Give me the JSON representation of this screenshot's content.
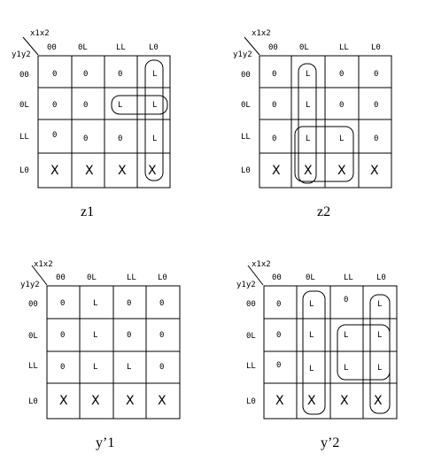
{
  "maps": [
    {
      "title": "z1",
      "corner_top": "x1x2",
      "corner_left": "y1y2",
      "col_labels": [
        "00",
        "0L",
        "LL",
        "L0"
      ],
      "row_labels": [
        "00",
        "0L",
        "LL",
        "L0"
      ],
      "cells": [
        [
          "0",
          "0",
          "0",
          "L"
        ],
        [
          "0",
          "0",
          "L",
          "L"
        ],
        [
          "0",
          "0",
          "0",
          "L"
        ],
        [
          "X",
          "X",
          "X",
          "X"
        ]
      ]
    },
    {
      "title": "z2",
      "corner_top": "x1x2",
      "corner_left": "y1y2",
      "col_labels": [
        "00",
        "0L",
        "LL",
        "L0"
      ],
      "row_labels": [
        "00",
        "0L",
        "LL",
        "L0"
      ],
      "cells": [
        [
          "0",
          "L",
          "0",
          "0"
        ],
        [
          "0",
          "L",
          "0",
          "0"
        ],
        [
          "0",
          "L",
          "L",
          "0"
        ],
        [
          "X",
          "X",
          "X",
          "X"
        ]
      ]
    },
    {
      "title": "y’1",
      "corner_top": "x1x2",
      "corner_left": "y1y2",
      "col_labels": [
        "00",
        "0L",
        "LL",
        "L0"
      ],
      "row_labels": [
        "00",
        "0L",
        "LL",
        "L0"
      ],
      "cells": [
        [
          "0",
          "L",
          "0",
          "0"
        ],
        [
          "0",
          "L",
          "0",
          "0"
        ],
        [
          "0",
          "L",
          "L",
          "0"
        ],
        [
          "X",
          "X",
          "X",
          "X"
        ]
      ]
    },
    {
      "title": "y’2",
      "corner_top": "x1x2",
      "corner_left": "y1y2",
      "col_labels": [
        "00",
        "0L",
        "LL",
        "L0"
      ],
      "row_labels": [
        "00",
        "0L",
        "LL",
        "L0"
      ],
      "cells": [
        [
          "0",
          "L",
          "0",
          "L"
        ],
        [
          "0",
          "L",
          "L",
          "L"
        ],
        [
          "0",
          "L",
          "L",
          "L"
        ],
        [
          "X",
          "X",
          "X",
          "X"
        ]
      ]
    }
  ]
}
